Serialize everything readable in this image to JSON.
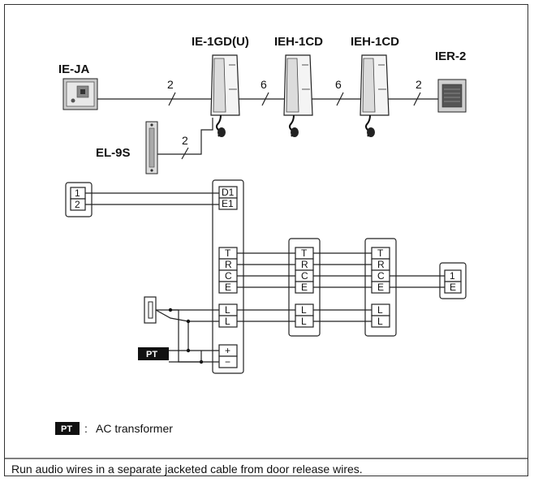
{
  "devices": {
    "ie_ja": "IE-JA",
    "ie_1gd": "IE-1GD(U)",
    "ieh_1cd_a": "IEH-1CD",
    "ieh_1cd_b": "IEH-1CD",
    "ier_2": "IER-2",
    "el_9s": "EL-9S"
  },
  "wire_counts": {
    "door_to_master": "2",
    "master_to_sub1": "6",
    "sub1_to_sub2": "6",
    "sub2_to_speaker": "2",
    "release": "2"
  },
  "terminals": {
    "door": [
      "1",
      "2"
    ],
    "master_top": [
      "D1",
      "E1"
    ],
    "master_audio": [
      "T",
      "R",
      "C",
      "E"
    ],
    "master_power": [
      "L",
      "L"
    ],
    "master_pt": [
      "+",
      "−"
    ],
    "sub_audio": [
      "T",
      "R",
      "C",
      "E"
    ],
    "sub_power": [
      "L",
      "L"
    ],
    "speaker": [
      "1",
      "E"
    ]
  },
  "pt_label": "PT",
  "legend": {
    "badge": "PT",
    "separator": ":",
    "text": "AC transformer"
  },
  "note": "Run audio wires in a separate jacketed cable from door release wires."
}
